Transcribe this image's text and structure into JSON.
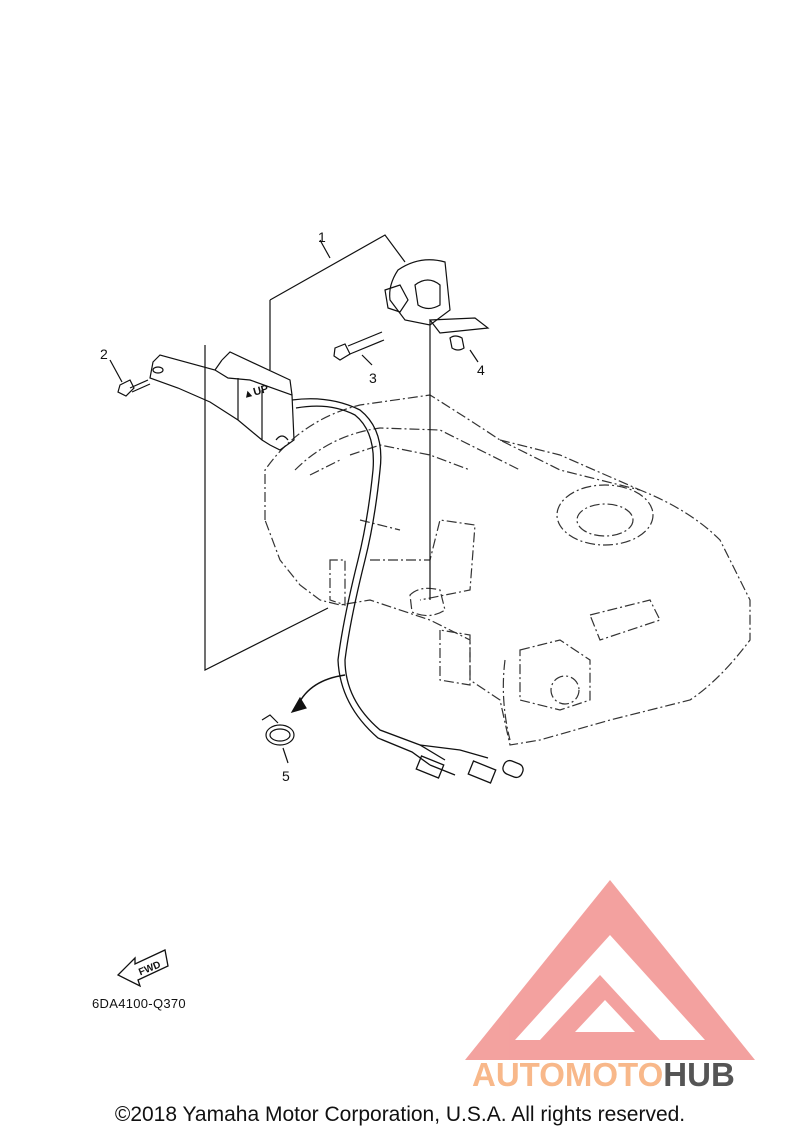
{
  "callouts": {
    "c1": "1",
    "c2": "2",
    "c3": "3",
    "c4": "4",
    "c5": "5"
  },
  "switch_label": "UP",
  "fwd_label": "FWD",
  "part_code": "6DA4100-Q370",
  "copyright": "©2018 Yamaha Motor Corporation, U.S.A. All rights reserved.",
  "watermark": {
    "part1": "AUTOMOTO",
    "part2": "HUB",
    "color_light": "#f8b88a",
    "color_dark": "#555555",
    "logo_color": "#f29a97"
  },
  "icons": [
    "logo-triangle-icon",
    "fwd-arrow-icon"
  ]
}
